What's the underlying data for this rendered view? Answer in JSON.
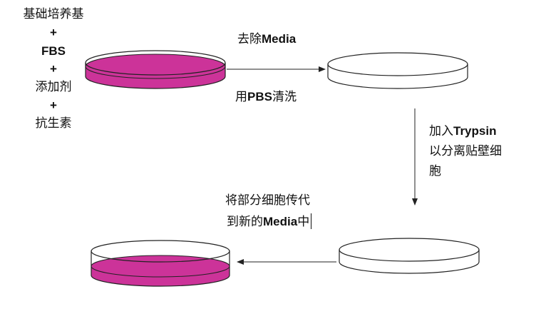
{
  "medium_recipe": {
    "base_medium": "基础培养基",
    "plus_1": "+",
    "fbs": "FBS",
    "plus_2": "+",
    "additive": "添加剂",
    "plus_3": "+",
    "antibiotic": "抗生素"
  },
  "step_remove_media": {
    "line1_prefix": "去除",
    "line1_bold": "Media",
    "line2_prefix": "用",
    "line2_bold": "PBS",
    "line2_suffix": "清洗"
  },
  "step_trypsin": {
    "line1_prefix": "加入",
    "line1_bold": "Trypsin",
    "line2": "以分离贴壁细",
    "line3": "胞"
  },
  "step_passage": {
    "line1": "将部分细胞传代",
    "line2_prefix": "到新的",
    "line2_bold": "Media",
    "line2_suffix": "中"
  },
  "colors": {
    "medium": "#cc3399",
    "stroke": "#222222"
  }
}
